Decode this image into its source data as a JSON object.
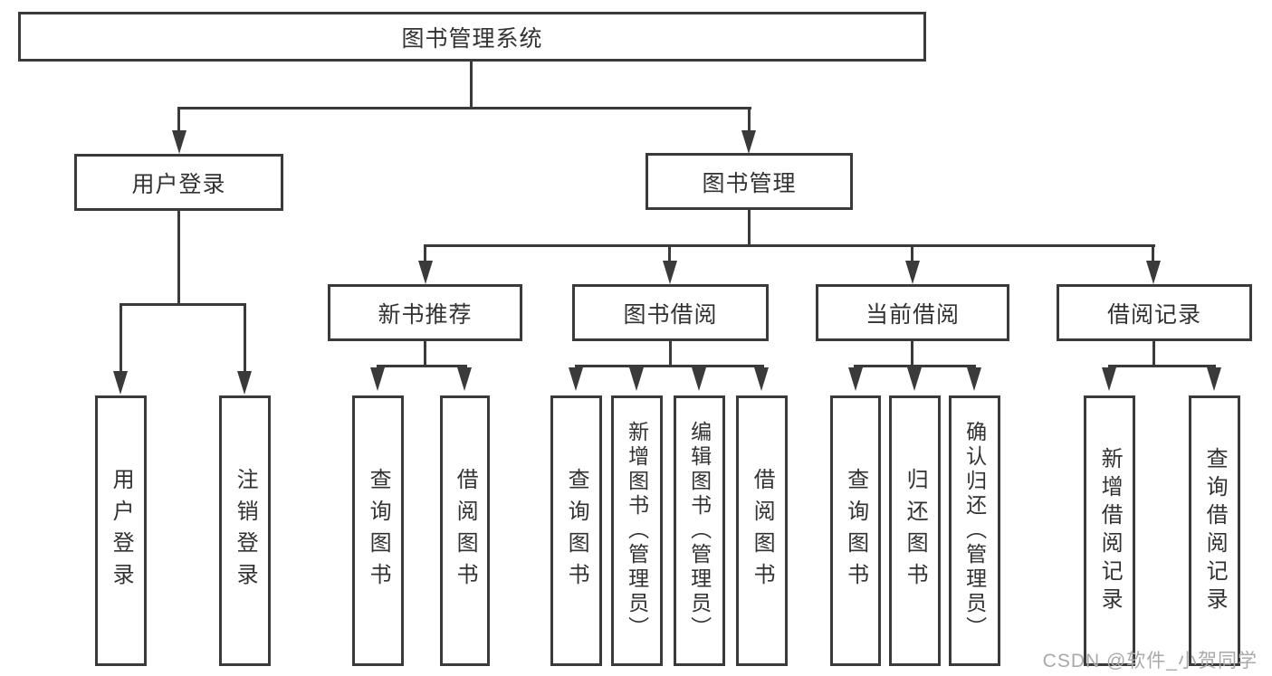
{
  "page": {
    "background": "#ffffff",
    "line_color": "#3a3a3a",
    "text_color": "#323232",
    "watermark": {
      "text": "CSDN @软件_小贺同学",
      "color": "#a9a9a9"
    }
  },
  "tree": {
    "root": {
      "label": "图书管理系统"
    },
    "level2": [
      {
        "label": "用户登录",
        "children": [
          {
            "label": "用户登录"
          },
          {
            "label": "注销登录"
          }
        ]
      },
      {
        "label": "图书管理",
        "children": [
          {
            "label": "新书推荐",
            "children": [
              {
                "label": "查询图书"
              },
              {
                "label": "借阅图书"
              }
            ]
          },
          {
            "label": "图书借阅",
            "children": [
              {
                "label": "查询图书"
              },
              {
                "label": "新增图书（管理员）"
              },
              {
                "label": "编辑图书（管理员）"
              },
              {
                "label": "借阅图书"
              }
            ]
          },
          {
            "label": "当前借阅",
            "children": [
              {
                "label": "查询图书"
              },
              {
                "label": "归还图书"
              },
              {
                "label": "确认归还（管理员）"
              }
            ]
          },
          {
            "label": "借阅记录",
            "children": [
              {
                "label": "新增借阅记录"
              },
              {
                "label": "查询借阅记录"
              }
            ]
          }
        ]
      }
    ]
  }
}
